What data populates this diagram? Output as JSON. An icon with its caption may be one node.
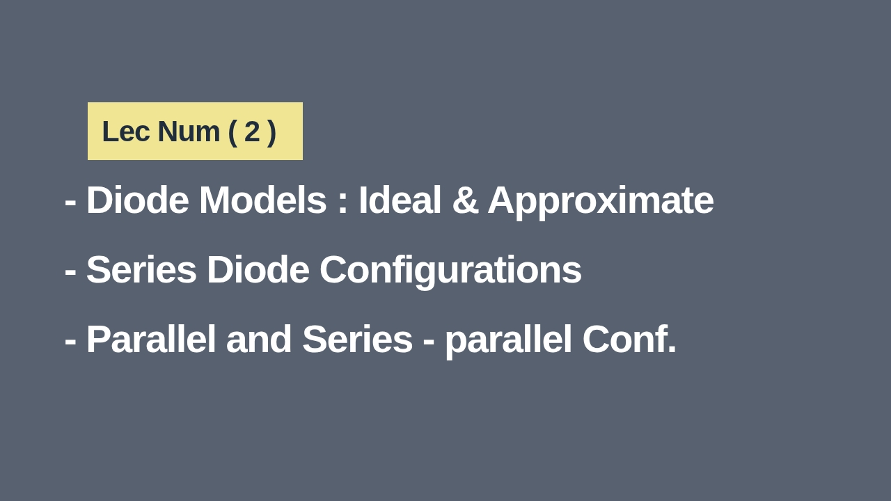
{
  "diagram": {
    "nodes": [
      {
        "text": [
          "Lec Num ( 2 )"
        ]
      }
    ],
    "labels": [
      "- Diode Models : Ideal & Approximate",
      "- Series Diode Configurations",
      "- Parallel and Series - parallel Conf."
    ]
  }
}
